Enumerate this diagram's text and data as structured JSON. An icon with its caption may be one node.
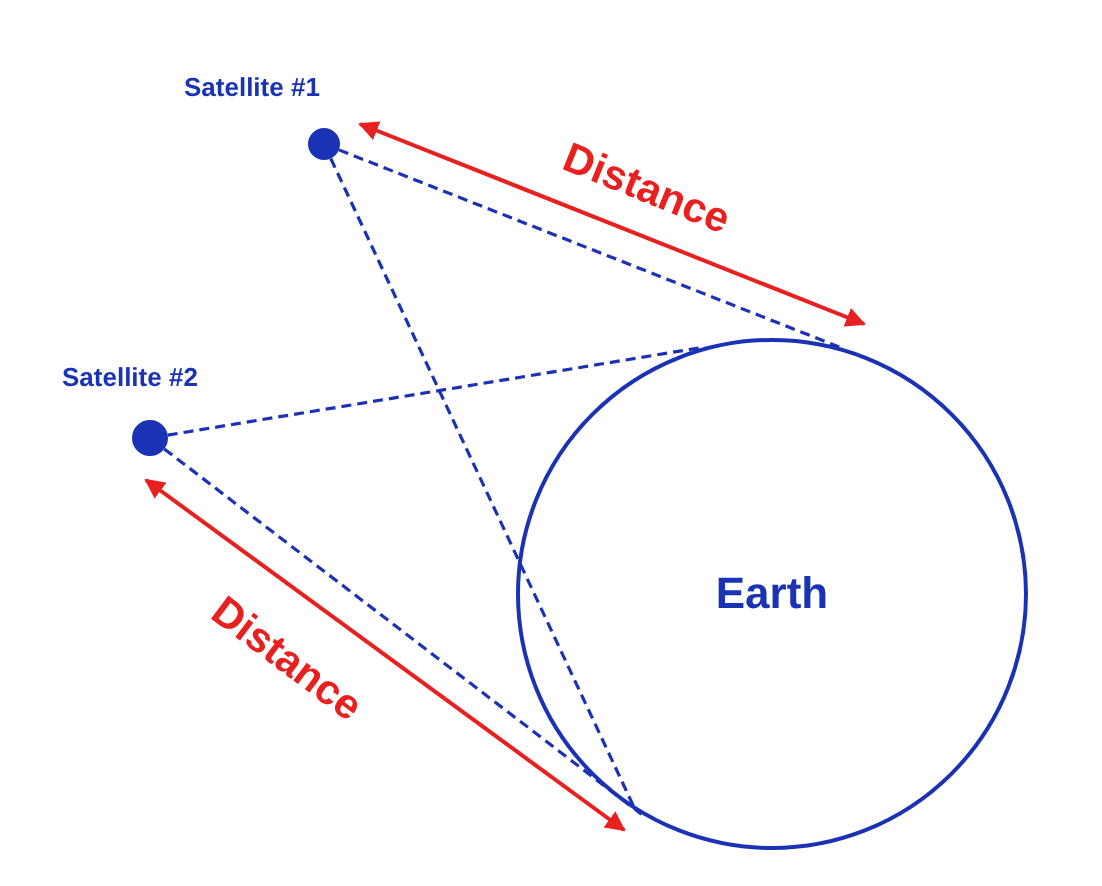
{
  "diagram": {
    "nodes": [
      {
        "text": [],
        "shape": "circle",
        "beside": [
          "Satellite #1"
        ]
      },
      {
        "text": [],
        "shape": "circle",
        "beside": [
          "Satellite #2"
        ]
      },
      {
        "text": [
          "Earth"
        ]
      }
    ],
    "edges": [
      {
        "from": 0,
        "to": 2,
        "arrow": "none",
        "style": "dashed"
      },
      {
        "from": 0,
        "to": 2,
        "arrow": "none",
        "style": "dashed"
      },
      {
        "from": 1,
        "to": 2,
        "arrow": "none",
        "style": "dashed"
      },
      {
        "from": 1,
        "to": 2,
        "arrow": "none",
        "style": "dashed"
      },
      {
        "from": 0,
        "to": 2,
        "arrow": "both",
        "label": "Distance",
        "color": "#e8201f"
      },
      {
        "from": 1,
        "to": 2,
        "arrow": "both",
        "label": "Distance",
        "color": "#e8201f"
      }
    ]
  }
}
